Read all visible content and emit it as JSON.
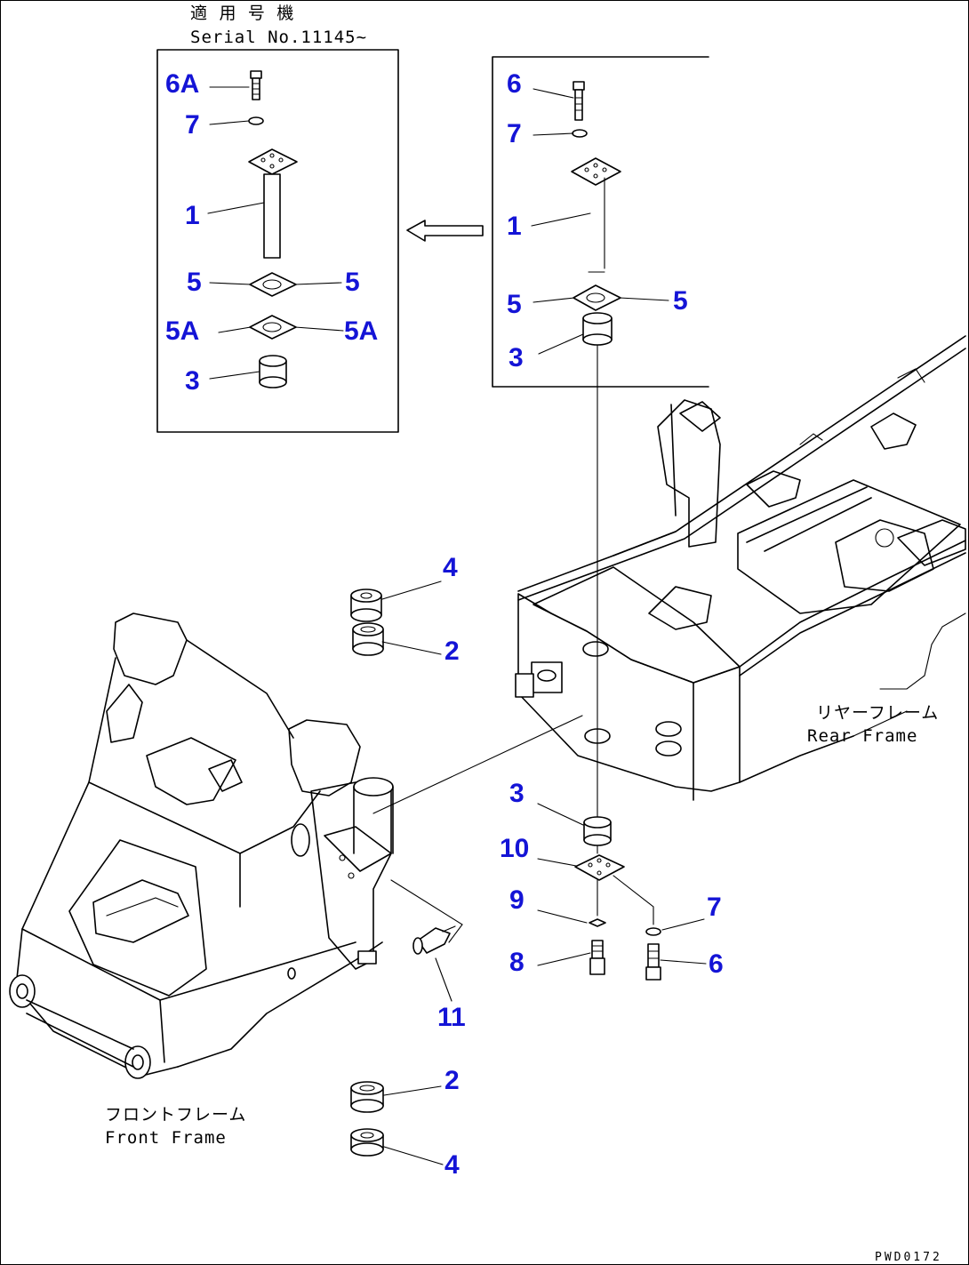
{
  "serial_note": {
    "line1": "適 用 号 機",
    "line2": "Serial No.11145~"
  },
  "detail_box_left": {
    "callouts": [
      "6A",
      "7",
      "1",
      "5",
      "5",
      "5A",
      "5A",
      "3"
    ]
  },
  "detail_box_right": {
    "callouts": [
      "6",
      "7",
      "1",
      "5",
      "5",
      "3"
    ]
  },
  "main_callouts": {
    "c4_top": "4",
    "c2_top": "2",
    "c3_lower": "3",
    "c10": "10",
    "c9": "9",
    "c7": "7",
    "c8": "8",
    "c6": "6",
    "c11": "11",
    "c2_bottom": "2",
    "c4_bottom": "4"
  },
  "rear_frame_label": {
    "jp": "リヤーフレーム",
    "en": "Rear Frame"
  },
  "front_frame_label": {
    "jp": "フロントフレーム",
    "en": "Front Frame"
  },
  "drawing_code": "PWD0172",
  "colors": {
    "callout": "#1414d6",
    "line": "#000000",
    "background": "#ffffff"
  }
}
